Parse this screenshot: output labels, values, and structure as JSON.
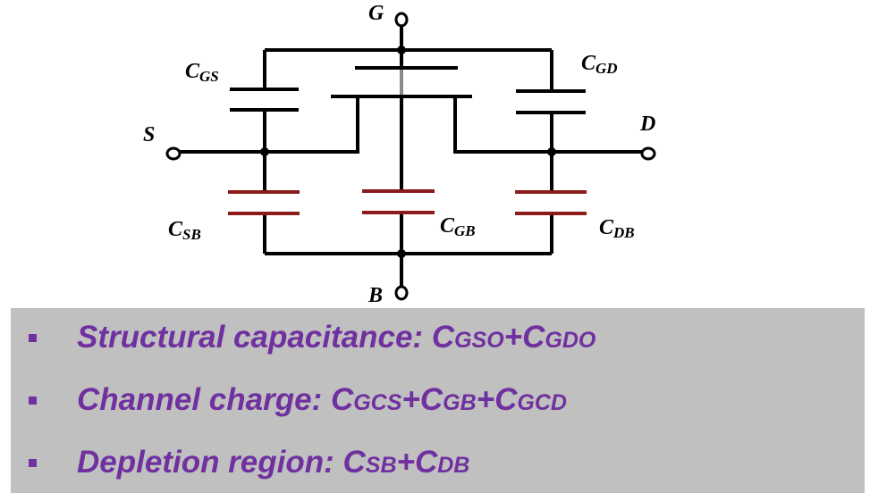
{
  "nodes": {
    "gate": "G",
    "source": "S",
    "drain": "D",
    "bulk": "B"
  },
  "capacitors": {
    "cgs": {
      "main": "C",
      "sub": "GS"
    },
    "cgd": {
      "main": "C",
      "sub": "GD"
    },
    "csb": {
      "main": "C",
      "sub": "SB"
    },
    "cgb": {
      "main": "C",
      "sub": "GB"
    },
    "cdb": {
      "main": "C",
      "sub": "DB"
    }
  },
  "bullets": [
    {
      "label": "Structural capacitance: ",
      "terms": [
        {
          "main": "C",
          "sub": "GSO"
        },
        {
          "op": "+"
        },
        {
          "main": "C",
          "sub": "GDO"
        }
      ]
    },
    {
      "label": "Channel charge: ",
      "terms": [
        {
          "main": "C",
          "sub": "GCS"
        },
        {
          "op": "+"
        },
        {
          "main": "C",
          "sub": "GB"
        },
        {
          "op": "+"
        },
        {
          "main": "C",
          "sub": "GCD"
        }
      ]
    },
    {
      "label": "Depletion region: ",
      "terms": [
        {
          "main": "C",
          "sub": "SB"
        },
        {
          "op": "+"
        },
        {
          "main": "C",
          "sub": "DB"
        }
      ]
    }
  ],
  "colors": {
    "wire": "#000000",
    "depletion_cap": "#8b1a1a",
    "bullet_text": "#7030a0",
    "panel": "#c0c0c0"
  }
}
